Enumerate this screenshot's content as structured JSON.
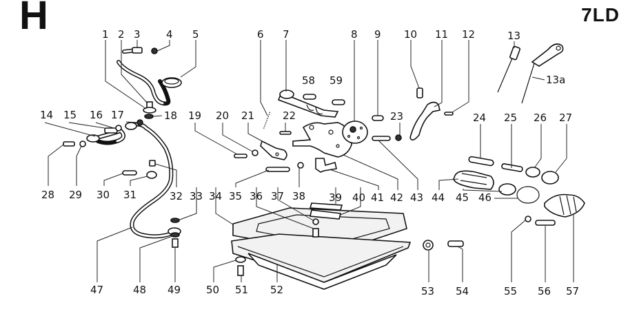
{
  "header": {
    "section_letter": "H",
    "model_code": "7LD"
  },
  "diagram": {
    "type": "exploded-parts-view",
    "callouts": [
      {
        "id": "1",
        "label": "1"
      },
      {
        "id": "2",
        "label": "2"
      },
      {
        "id": "3",
        "label": "3"
      },
      {
        "id": "4",
        "label": "4"
      },
      {
        "id": "5",
        "label": "5"
      },
      {
        "id": "6",
        "label": "6"
      },
      {
        "id": "7",
        "label": "7"
      },
      {
        "id": "8",
        "label": "8"
      },
      {
        "id": "9",
        "label": "9"
      },
      {
        "id": "10",
        "label": "10"
      },
      {
        "id": "11",
        "label": "11"
      },
      {
        "id": "12",
        "label": "12"
      },
      {
        "id": "13",
        "label": "13"
      },
      {
        "id": "13a",
        "label": "13a"
      },
      {
        "id": "14",
        "label": "14"
      },
      {
        "id": "15",
        "label": "15"
      },
      {
        "id": "16",
        "label": "16"
      },
      {
        "id": "17",
        "label": "17"
      },
      {
        "id": "18",
        "label": "18"
      },
      {
        "id": "19",
        "label": "19"
      },
      {
        "id": "20",
        "label": "20"
      },
      {
        "id": "21",
        "label": "21"
      },
      {
        "id": "22",
        "label": "22"
      },
      {
        "id": "23",
        "label": "23"
      },
      {
        "id": "24",
        "label": "24"
      },
      {
        "id": "25",
        "label": "25"
      },
      {
        "id": "26",
        "label": "26"
      },
      {
        "id": "27",
        "label": "27"
      },
      {
        "id": "28",
        "label": "28"
      },
      {
        "id": "29",
        "label": "29"
      },
      {
        "id": "30",
        "label": "30"
      },
      {
        "id": "31",
        "label": "31"
      },
      {
        "id": "32",
        "label": "32"
      },
      {
        "id": "33",
        "label": "33"
      },
      {
        "id": "34",
        "label": "34"
      },
      {
        "id": "35",
        "label": "35"
      },
      {
        "id": "36",
        "label": "36"
      },
      {
        "id": "37",
        "label": "37"
      },
      {
        "id": "38",
        "label": "38"
      },
      {
        "id": "39",
        "label": "39"
      },
      {
        "id": "40",
        "label": "40"
      },
      {
        "id": "41",
        "label": "41"
      },
      {
        "id": "42",
        "label": "42"
      },
      {
        "id": "43",
        "label": "43"
      },
      {
        "id": "44",
        "label": "44"
      },
      {
        "id": "45",
        "label": "45"
      },
      {
        "id": "46",
        "label": "46"
      },
      {
        "id": "47",
        "label": "47"
      },
      {
        "id": "48",
        "label": "48"
      },
      {
        "id": "49",
        "label": "49"
      },
      {
        "id": "50",
        "label": "50"
      },
      {
        "id": "51",
        "label": "51"
      },
      {
        "id": "52",
        "label": "52"
      },
      {
        "id": "53",
        "label": "53"
      },
      {
        "id": "54",
        "label": "54"
      },
      {
        "id": "55",
        "label": "55"
      },
      {
        "id": "56",
        "label": "56"
      },
      {
        "id": "57",
        "label": "57"
      },
      {
        "id": "58",
        "label": "58"
      },
      {
        "id": "59",
        "label": "59"
      }
    ]
  }
}
